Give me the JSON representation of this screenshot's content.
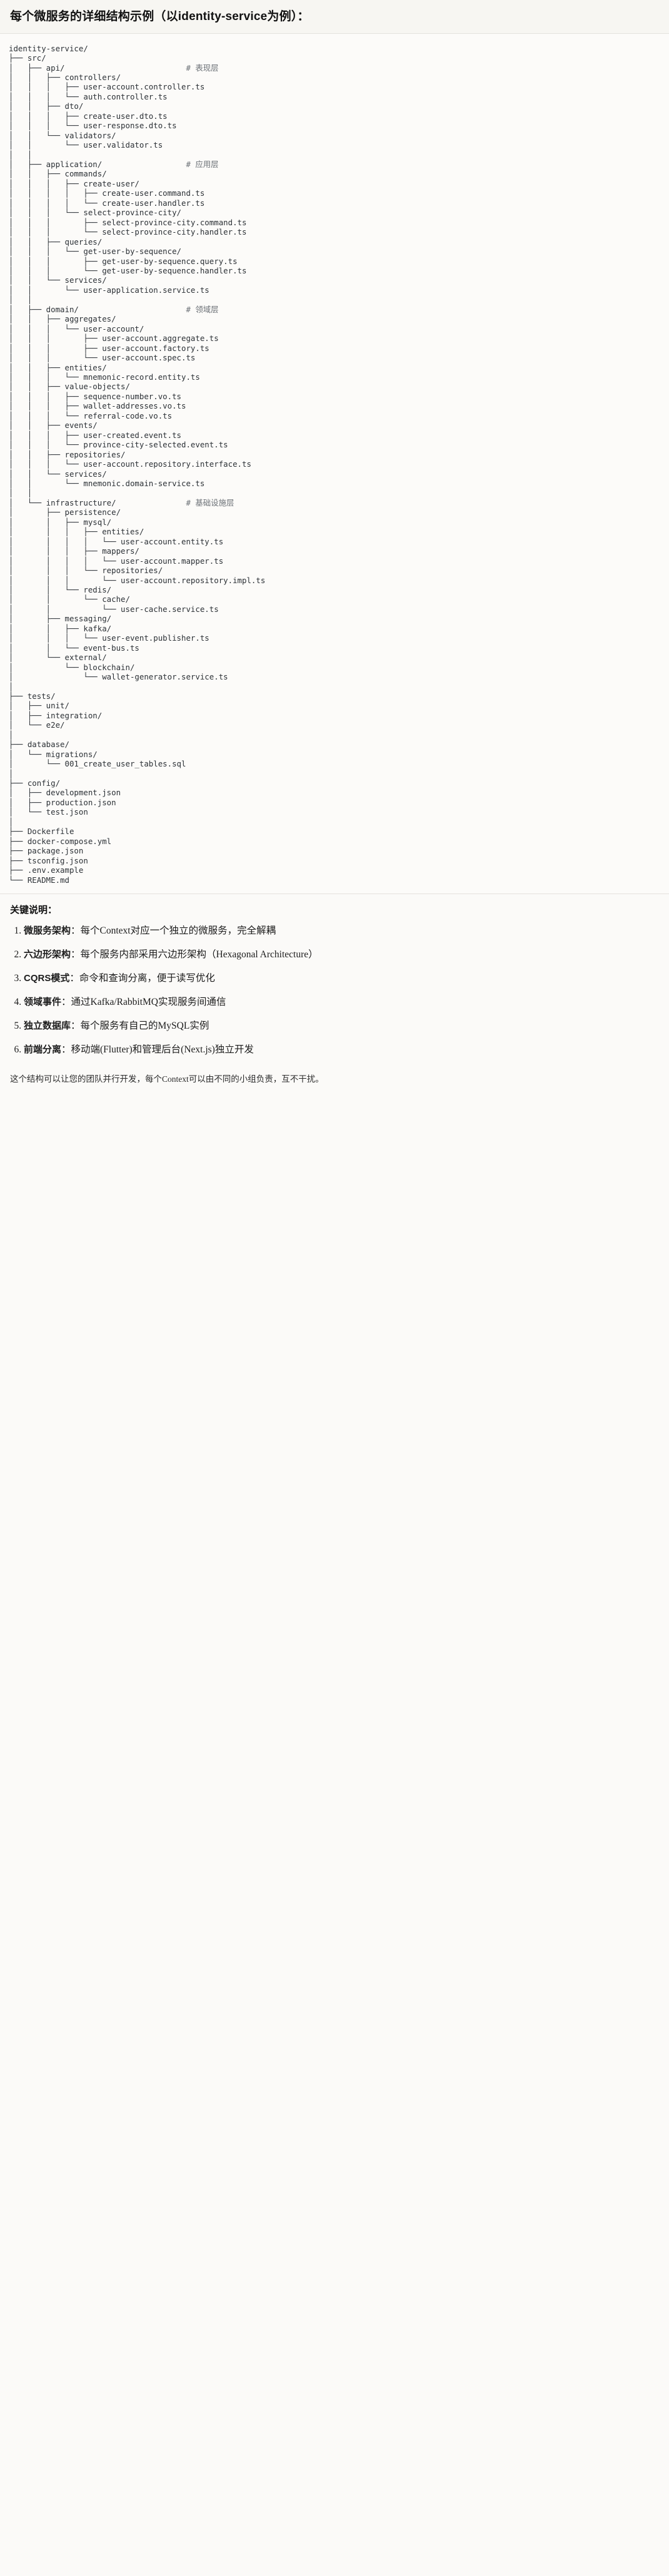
{
  "document": {
    "heading": "每个微服务的详细结构示例（以identity-service为例）：",
    "tree_title": "identity-service/",
    "tree_text": "identity-service/\n├── src/\n│   ├── api/                          # 表现层\n│   │   ├── controllers/\n│   │   │   ├── user-account.controller.ts\n│   │   │   └── auth.controller.ts\n│   │   ├── dto/\n│   │   │   ├── create-user.dto.ts\n│   │   │   └── user-response.dto.ts\n│   │   └── validators/\n│   │       └── user.validator.ts\n│   │\n│   ├── application/                  # 应用层\n│   │   ├── commands/\n│   │   │   ├── create-user/\n│   │   │   │   ├── create-user.command.ts\n│   │   │   │   └── create-user.handler.ts\n│   │   │   └── select-province-city/\n│   │   │       ├── select-province-city.command.ts\n│   │   │       └── select-province-city.handler.ts\n│   │   ├── queries/\n│   │   │   └── get-user-by-sequence/\n│   │   │       ├── get-user-by-sequence.query.ts\n│   │   │       └── get-user-by-sequence.handler.ts\n│   │   └── services/\n│   │       └── user-application.service.ts\n│   │\n│   ├── domain/                       # 领域层\n│   │   ├── aggregates/\n│   │   │   └── user-account/\n│   │   │       ├── user-account.aggregate.ts\n│   │   │       ├── user-account.factory.ts\n│   │   │       └── user-account.spec.ts\n│   │   ├── entities/\n│   │   │   └── mnemonic-record.entity.ts\n│   │   ├── value-objects/\n│   │   │   ├── sequence-number.vo.ts\n│   │   │   ├── wallet-addresses.vo.ts\n│   │   │   └── referral-code.vo.ts\n│   │   ├── events/\n│   │   │   ├── user-created.event.ts\n│   │   │   └── province-city-selected.event.ts\n│   │   ├── repositories/\n│   │   │   └── user-account.repository.interface.ts\n│   │   └── services/\n│   │       └── mnemonic.domain-service.ts\n│   │\n│   └── infrastructure/               # 基础设施层\n│       ├── persistence/\n│       │   ├── mysql/\n│       │   │   ├── entities/\n│       │   │   │   └── user-account.entity.ts\n│       │   │   ├── mappers/\n│       │   │   │   └── user-account.mapper.ts\n│       │   │   └── repositories/\n│       │   │       └── user-account.repository.impl.ts\n│       │   └── redis/\n│       │       └── cache/\n│       │           └── user-cache.service.ts\n│       ├── messaging/\n│       │   ├── kafka/\n│       │   │   └── user-event.publisher.ts\n│       │   └── event-bus.ts\n│       └── external/\n│           └── blockchain/\n│               └── wallet-generator.service.ts\n│\n├── tests/\n│   ├── unit/\n│   ├── integration/\n│   └── e2e/\n│\n├── database/\n│   └── migrations/\n│       └── 001_create_user_tables.sql\n│\n├── config/\n│   ├── development.json\n│   ├── production.json\n│   └── test.json\n│\n├── Dockerfile\n├── docker-compose.yml\n├── package.json\n├── tsconfig.json\n├── .env.example\n└── README.md",
    "layer_comments": [
      "# 表现层",
      "# 应用层",
      "# 领域层",
      "# 基础设施层"
    ],
    "notes_title": "关键说明：",
    "notes": [
      {
        "term": "微服务架构",
        "desc": "：每个Context对应一个独立的微服务，完全解耦"
      },
      {
        "term": "六边形架构",
        "desc": "：每个服务内部采用六边形架构（Hexagonal Architecture）"
      },
      {
        "term": "CQRS模式",
        "desc": "：命令和查询分离，便于读写优化"
      },
      {
        "term": "领域事件",
        "desc": "：通过Kafka/RabbitMQ实现服务间通信"
      },
      {
        "term": "独立数据库",
        "desc": "：每个服务有自己的MySQL实例"
      },
      {
        "term": "前端分离",
        "desc": "：移动端(Flutter)和管理后台(Next.js)独立开发"
      }
    ],
    "closing": "这个结构可以让您的团队并行开发，每个Context可以由不同的小组负责，互不干扰。"
  },
  "colors": {
    "background": "#fbfaf8",
    "heading_bg": "#f7f6f2",
    "text": "#1c1c1c",
    "code_text": "#2c3136",
    "comment_text": "#6b7076",
    "divider": "#e4e2dd"
  }
}
